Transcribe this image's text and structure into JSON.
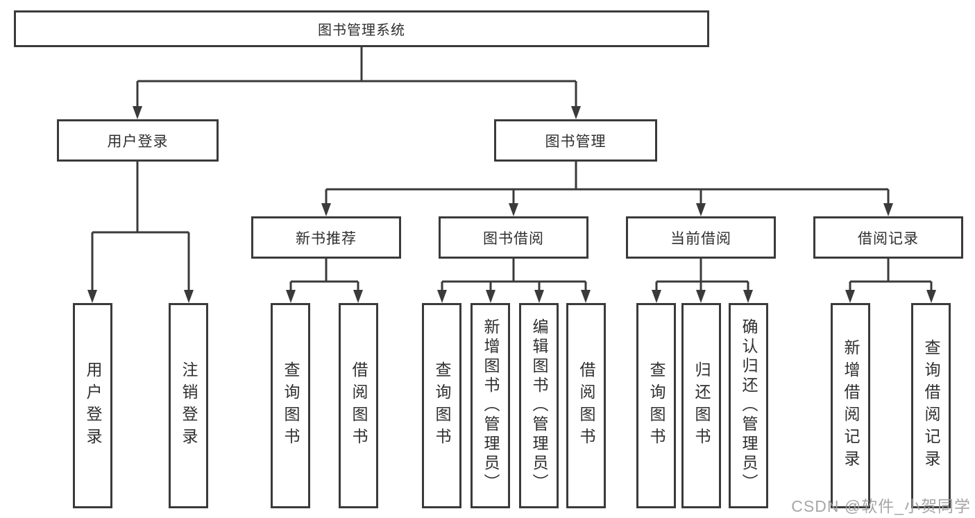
{
  "diagram_title": "图书管理系统",
  "nodes": {
    "root": "图书管理系统",
    "login": "用户登录",
    "management": "图书管理",
    "recommend": "新书推荐",
    "borrow": "图书借阅",
    "current": "当前借阅",
    "records": "借阅记录",
    "leaves": {
      "login": [
        "用户登录",
        "注销登录"
      ],
      "recommend": [
        "查询图书",
        "借阅图书"
      ],
      "borrow": [
        "查询图书",
        "新增图书（管理员）",
        "编辑图书（管理员）",
        "借阅图书"
      ],
      "current": [
        "查询图书",
        "归还图书",
        "确认归还（管理员）"
      ],
      "records": [
        "新增借阅记录",
        "查询借阅记录"
      ]
    }
  },
  "hierarchy": {
    "root": "图书管理系统",
    "children": [
      {
        "label": "用户登录",
        "children": [
          "用户登录",
          "注销登录"
        ]
      },
      {
        "label": "图书管理",
        "children": [
          {
            "label": "新书推荐",
            "children": [
              "查询图书",
              "借阅图书"
            ]
          },
          {
            "label": "图书借阅",
            "children": [
              "查询图书",
              "新增图书（管理员）",
              "编辑图书（管理员）",
              "借阅图书"
            ]
          },
          {
            "label": "当前借阅",
            "children": [
              "查询图书",
              "归还图书",
              "确认归还（管理员）"
            ]
          },
          {
            "label": "借阅记录",
            "children": [
              "新增借阅记录",
              "查询借阅记录"
            ]
          }
        ]
      }
    ]
  },
  "colors": {
    "line": "#3a3a3a",
    "box_border": "#3a3a3a",
    "text": "#2f2f2f",
    "watermark": "#9e9e9e",
    "background": "#ffffff"
  },
  "watermark": "CSDN @软件_小贺同学"
}
